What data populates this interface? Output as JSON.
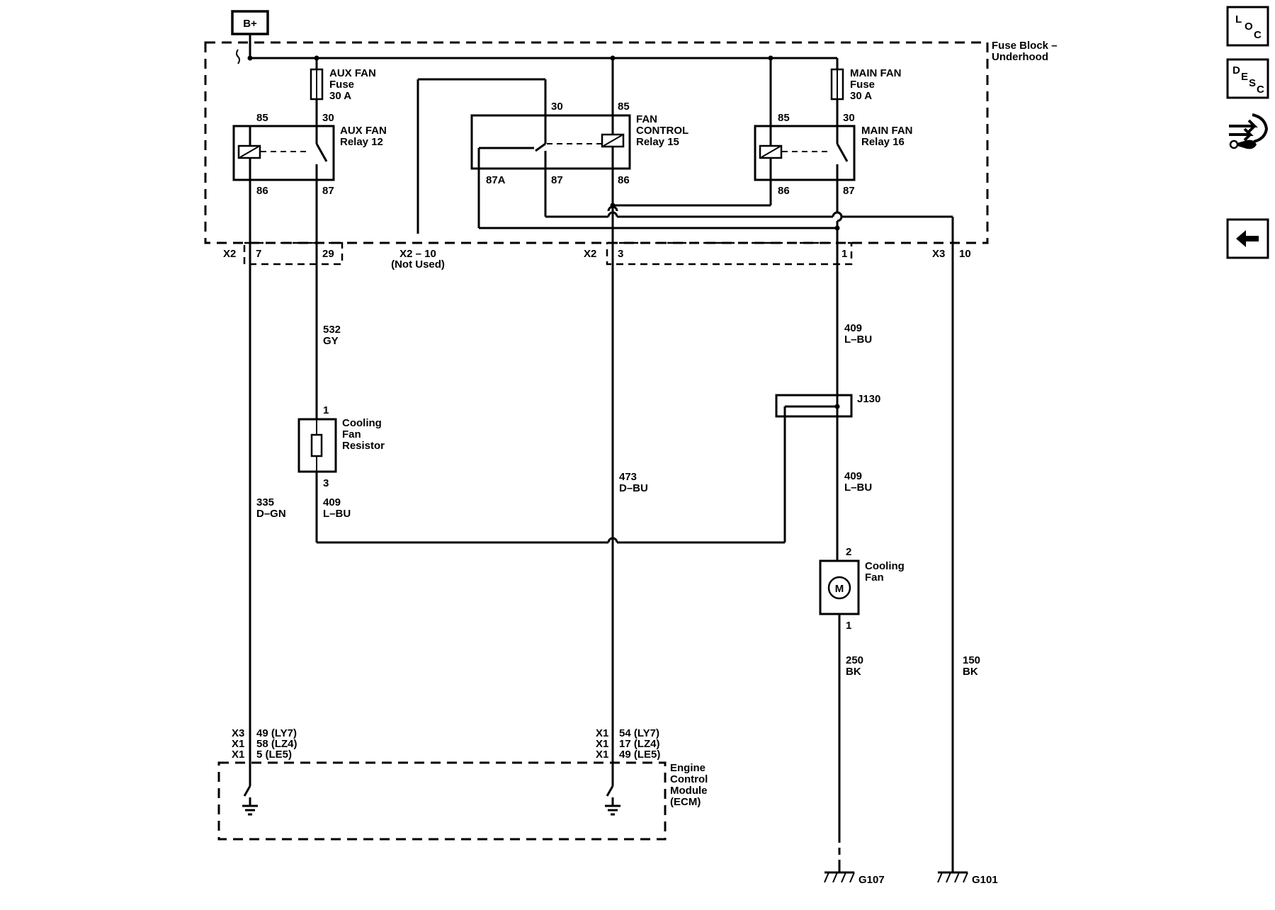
{
  "power": {
    "label": "B+"
  },
  "fuse_block": {
    "line1": "Fuse Block –",
    "line2": "Underhood"
  },
  "aux_fan_fuse": {
    "line1": "AUX FAN",
    "line2": "Fuse",
    "line3": "30 A"
  },
  "main_fan_fuse": {
    "line1": "MAIN FAN",
    "line2": "Fuse",
    "line3": "30 A"
  },
  "aux_fan_relay": {
    "line1": "AUX FAN",
    "line2": "Relay 12",
    "pin85": "85",
    "pin30": "30",
    "pin86": "86",
    "pin87": "87"
  },
  "fan_control_relay": {
    "line1": "FAN",
    "line2": "CONTROL",
    "line3": "Relay 15",
    "pin30": "30",
    "pin85": "85",
    "pin87a": "87A",
    "pin87": "87",
    "pin86": "86"
  },
  "main_fan_relay": {
    "line1": "MAIN FAN",
    "line2": "Relay 16",
    "pin85": "85",
    "pin30": "30",
    "pin86": "86",
    "pin87": "87"
  },
  "connectors": {
    "x2_left": "X2",
    "pin7": "7",
    "pin29": "29",
    "x2_10": "X2 – 10",
    "not_used": "(Not Used)",
    "x2_mid": "X2",
    "pin3": "3",
    "pin1": "1",
    "x3": "X3",
    "pin10": "10"
  },
  "wires": {
    "w532_num": "532",
    "w532_color": "GY",
    "w335_num": "335",
    "w335_color": "D–GN",
    "w409a_num": "409",
    "w409a_color": "L–BU",
    "w473_num": "473",
    "w473_color": "D–BU",
    "w409b_num": "409",
    "w409b_color": "L–BU",
    "w409c_num": "409",
    "w409c_color": "L–BU",
    "w250_num": "250",
    "w250_color": "BK",
    "w150_num": "150",
    "w150_color": "BK"
  },
  "resistor": {
    "line1": "Cooling",
    "line2": "Fan",
    "line3": "Resistor",
    "pin1": "1",
    "pin3": "3"
  },
  "splice": {
    "label": "J130"
  },
  "cooling_fan": {
    "line1": "Cooling",
    "line2": "Fan",
    "symbol": "M",
    "pin2": "2",
    "pin1": "1"
  },
  "ecm": {
    "line1": "Engine",
    "line2": "Control",
    "line3": "Module",
    "line4": "(ECM)",
    "left_conns": [
      "X3",
      "X1",
      "X1"
    ],
    "left_pins": [
      "49 (LY7)",
      "58 (LZ4)",
      "5 (LE5)"
    ],
    "right_conns": [
      "X1",
      "X1",
      "X1"
    ],
    "right_pins": [
      "54 (LY7)",
      "17 (LZ4)",
      "49 (LE5)"
    ]
  },
  "grounds": {
    "g107": "G107",
    "g101": "G101"
  },
  "nav": {
    "loc": {
      "l": "L",
      "o": "O",
      "c": "C"
    },
    "desc": {
      "d": "D",
      "e": "E",
      "s": "S",
      "c": "C"
    },
    "tools_icon": "connector-tools-icon",
    "back_icon": "back-arrow-icon"
  }
}
